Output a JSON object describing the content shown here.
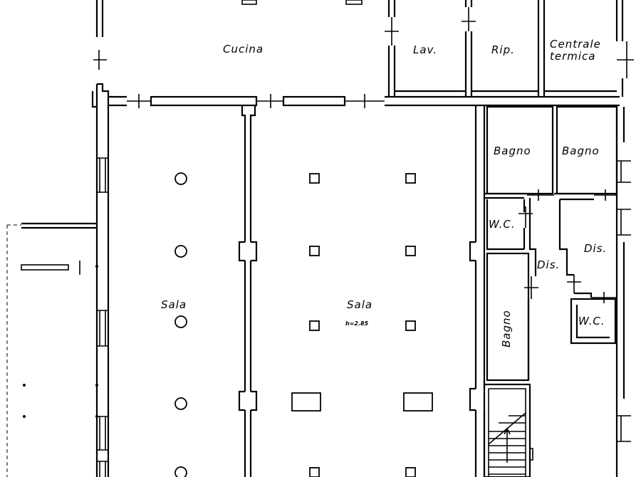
{
  "rooms": {
    "cucina": "Cucina",
    "lavanderia": "Lav.",
    "ripostiglio": "Rip.",
    "centrale_line1": "Centrale",
    "centrale_line2": "termica",
    "bagno_1": "Bagno",
    "bagno_2": "Bagno",
    "bagno_3": "Bagno",
    "wc_1": "W.C.",
    "wc_2": "W.C.",
    "dis_1": "Dis.",
    "dis_2": "Dis.",
    "sala_left": "Sala",
    "sala_center": "Sala"
  },
  "annotations": {
    "ceiling_height": "h=2.85"
  },
  "colors": {
    "line": "#000000",
    "background": "#ffffff"
  }
}
